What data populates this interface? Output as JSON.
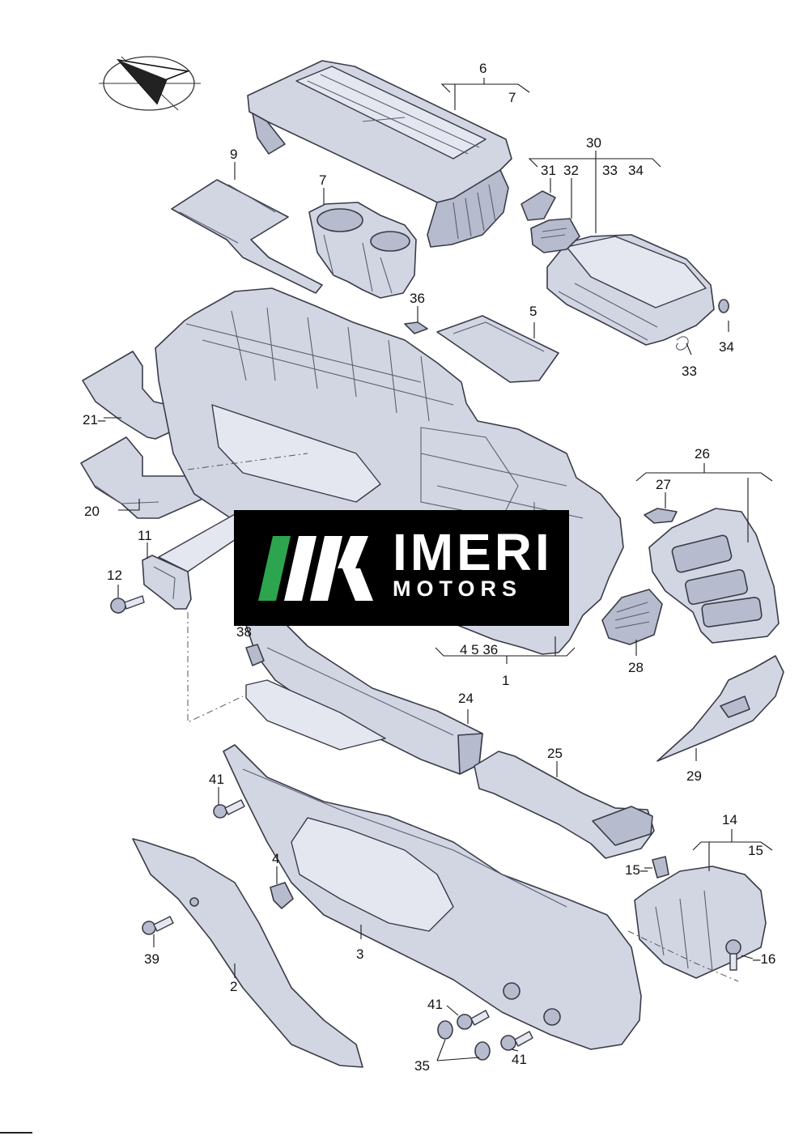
{
  "brand": {
    "name_main": "IMERI",
    "name_sub": "MOTORS",
    "accent_color": "#2da44e",
    "box_color": "#000000"
  },
  "callouts": {
    "c1": "1",
    "c2": "2",
    "c3": "3",
    "c4": "4",
    "c4_group": "4 5 36",
    "c5": "5",
    "c6": "6",
    "c7a": "7",
    "c7b": "7",
    "c9": "9",
    "c11": "11",
    "c12": "12",
    "c14": "14",
    "c15a": "15",
    "c15b": "15–",
    "c16": "–16",
    "c20": "20",
    "c21": "21–",
    "c24": "24",
    "c25": "25",
    "c26": "26",
    "c27": "27",
    "c28": "28",
    "c29": "29",
    "c30": "30",
    "c31": "31",
    "c32": "32",
    "c33a": "33",
    "c33b": "33",
    "c34a": "34",
    "c34b": "34",
    "c35": "35",
    "c36": "36",
    "c38": "38",
    "c39": "39",
    "c41a": "41",
    "c41b": "41",
    "c41c": "41"
  },
  "icons": {
    "orientation": "direction-arrow-icon",
    "logo_mark": "stripes-logo-icon"
  }
}
